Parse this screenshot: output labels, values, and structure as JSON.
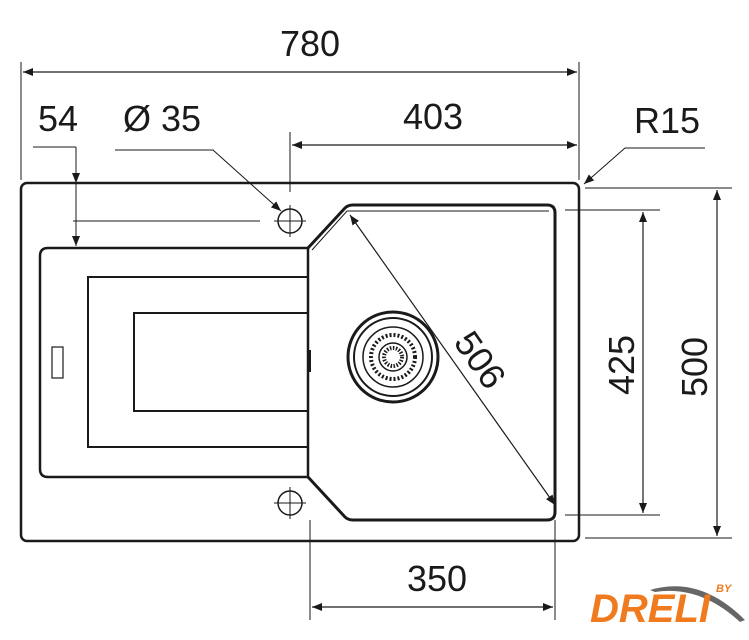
{
  "drawing": {
    "dimensions": {
      "overall_width": "780",
      "edge_to_bowl_offset": "54",
      "tap_hole_diameter": "Ø 35",
      "bowl_section_width": "403",
      "corner_radius": "R15",
      "bowl_depth": "425",
      "overall_depth": "500",
      "bowl_width": "350",
      "bowl_diagonal": "506"
    }
  },
  "logo": {
    "brand": "DRELI",
    "by": "BY",
    "color": "#f07a1e",
    "swoosh_color": "#666666"
  }
}
